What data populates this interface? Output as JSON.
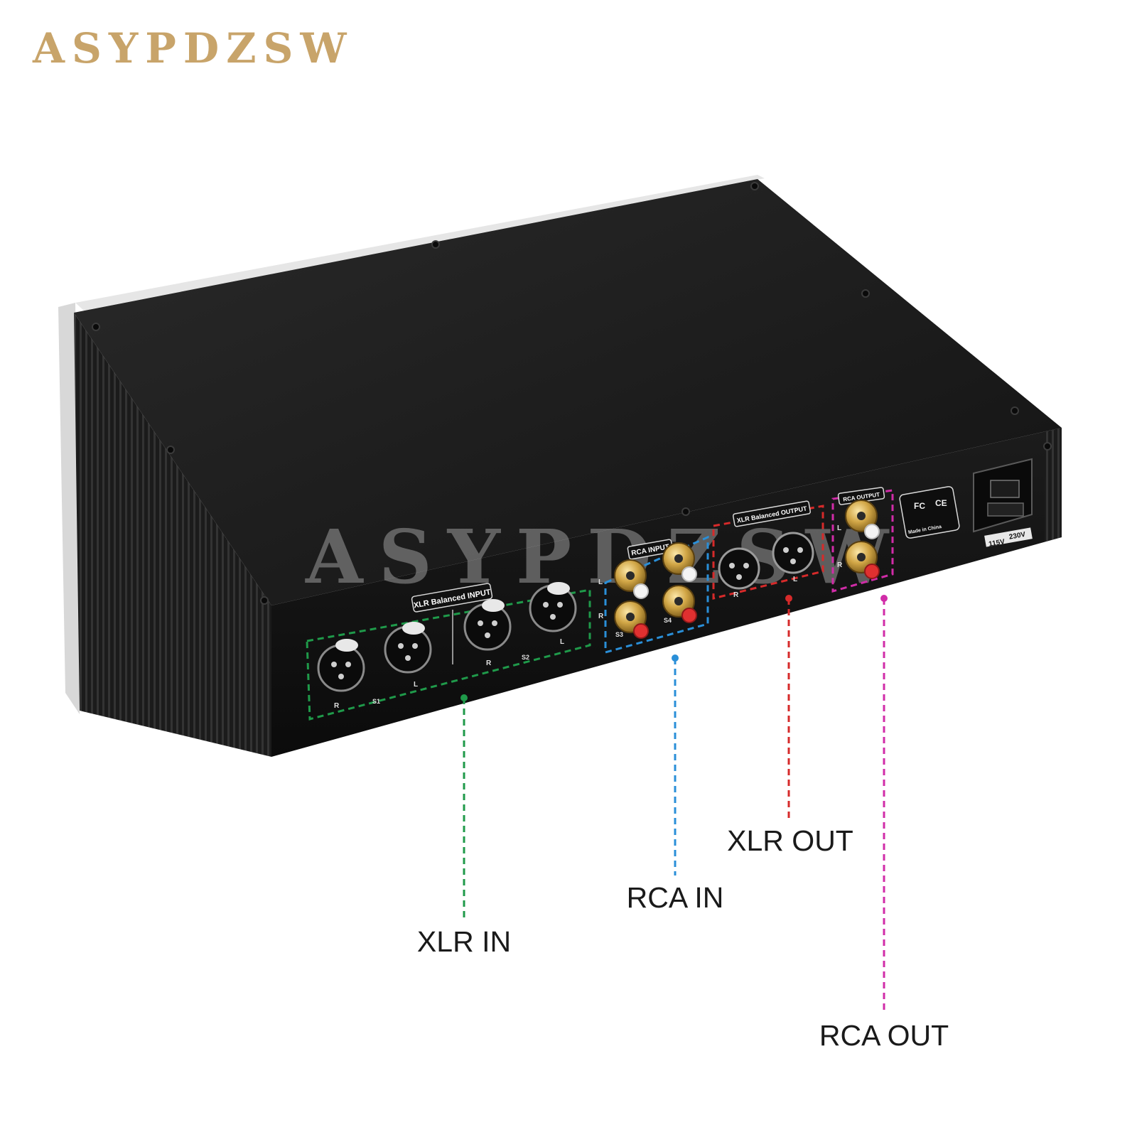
{
  "brand": {
    "name": "ASYPDZSW",
    "color": "#c8a46a"
  },
  "watermark": "ASYPDZSW",
  "panel": {
    "xlr_input_label": "XLR Balanced INPUT",
    "rca_input_label": "RCA INPUT",
    "xlr_output_label": "XLR Balanced OUTPUT",
    "rca_output_label": "RCA OUTPUT",
    "left": "L",
    "right": "R",
    "group_1": "S1",
    "group_2": "S2",
    "group_3": "S3",
    "group_4": "S4",
    "made_in": "Made in China",
    "fc_mark": "FC",
    "ce_mark": "CE",
    "voltage_115": "115V",
    "voltage_230": "230V"
  },
  "callouts": {
    "xlr_in": "XLR IN",
    "rca_in": "RCA IN",
    "xlr_out": "XLR OUT",
    "rca_out": "RCA OUT"
  },
  "colors": {
    "xlr_in": "#1f9a4a",
    "rca_in": "#2a8fd8",
    "xlr_out": "#d62a2a",
    "rca_out": "#d12ca8",
    "chassis": "#141414"
  }
}
